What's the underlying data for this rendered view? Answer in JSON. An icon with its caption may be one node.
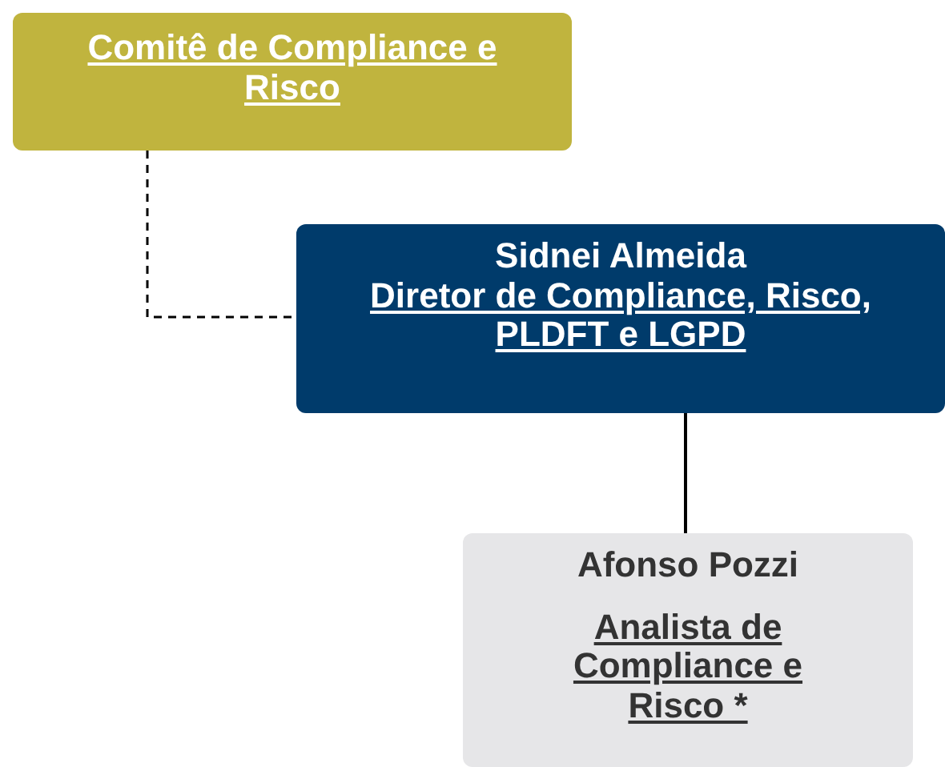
{
  "diagram": {
    "nodes": [
      {
        "text": [
          "Comitê de Compliance e Risco"
        ]
      },
      {
        "text": [
          "Sidnei Almeida",
          "Diretor de Compliance, Risco, PLDFT e LGPD"
        ]
      },
      {
        "text": [
          "Afonso Pozzi",
          "Analista de Compliance e Risco *"
        ]
      }
    ],
    "edges": [
      {
        "from": 0,
        "to": 1,
        "arrow": "none",
        "style": "dashed"
      },
      {
        "from": 1,
        "to": 2,
        "arrow": "none"
      }
    ]
  }
}
